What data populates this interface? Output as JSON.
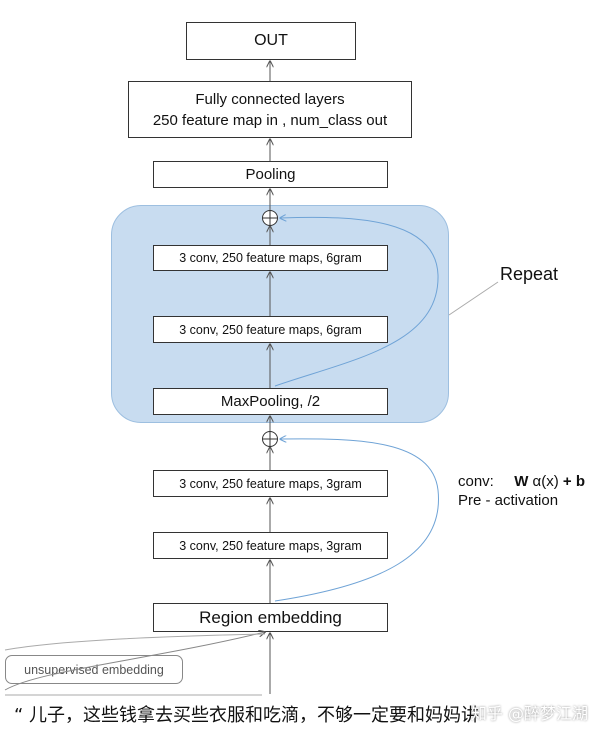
{
  "nodes": {
    "out": "OUT",
    "fc_line1": "Fully connected layers",
    "fc_line2": "250 feature map in , num_class out",
    "pooling": "Pooling",
    "conv6_top": "3 conv, 250 feature maps, 6gram",
    "conv6_bottom": "3 conv, 250 feature maps, 6gram",
    "maxpool": "MaxPooling, /2",
    "conv3_top": "3 conv, 250 feature maps, 3gram",
    "conv3_bottom": "3 conv, 250 feature maps, 3gram",
    "region": "Region embedding",
    "unsupervised": "unsupervised embedding"
  },
  "annotations": {
    "repeat": "Repeat",
    "conv_prefix": "conv:",
    "conv_formula_bold_w": "W",
    "conv_formula_mid": "α(x)",
    "conv_formula_plus_b": "+ b",
    "pre_activation": "Pre - activation"
  },
  "caption": "“ 儿子，这些钱拿去买些衣服和吃滴，不够一定要和妈妈讲",
  "watermark": "知乎 @醉梦江湖",
  "colors": {
    "panel_fill": "#c8dcf0",
    "skip_line": "#6fa3d6",
    "arrow": "#555555",
    "unsupervised_border": "#888888"
  }
}
